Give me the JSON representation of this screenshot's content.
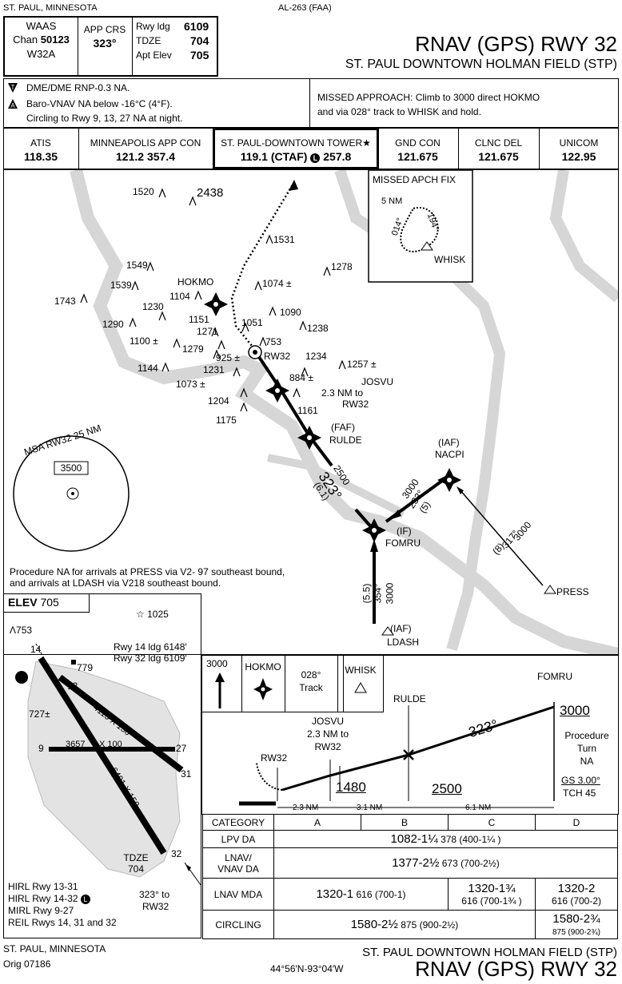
{
  "header": {
    "city_state": "ST. PAUL, MINNESOTA",
    "doc_id": "AL-263 (FAA)",
    "waas_label": "WAAS",
    "chan_prefix": "Chan",
    "chan_num": "50123",
    "waas_id": "W32A",
    "app_crs_label": "APP CRS",
    "app_crs": "323°",
    "rwy_ldg_label": "Rwy ldg",
    "rwy_ldg": "6109",
    "tdze_label": "TDZE",
    "tdze": "704",
    "apt_elev_label": "Apt Elev",
    "apt_elev": "705",
    "title": "RNAV (GPS) RWY 32",
    "airport": "ST. PAUL DOWNTOWN HOLMAN FIELD (STP)"
  },
  "notes": {
    "line1": "DME/DME RNP-0.3 NA.",
    "line2": "Baro-VNAV NA below -16°C (4°F).",
    "line3": "Circling to Rwy 9, 13, 27 NA at night.",
    "missed1": "MISSED APPROACH:  Climb to 3000 direct HOKMO",
    "missed2": "and via 028° track to WHISK and hold."
  },
  "comms": [
    {
      "name": "ATIS",
      "freq": "118.35"
    },
    {
      "name": "MINNEAPOLIS APP CON",
      "freq": "121.2  357.4"
    },
    {
      "name": "ST. PAUL-DOWNTOWN TOWER★",
      "freq": "119.1 (CTAF)",
      "freq2": "257.8"
    },
    {
      "name": "GND CON",
      "freq": "121.675"
    },
    {
      "name": "CLNC DEL",
      "freq": "121.675"
    },
    {
      "name": "UNICOM",
      "freq": "122.95"
    }
  ],
  "plan": {
    "missed_fix_title": "MISSED APCH FIX",
    "missed_nm": "5 NM",
    "missed_in": "014°",
    "missed_out": "194°",
    "whisk": "WHISK",
    "hokmo": "HOKMO",
    "rw32": "RW32",
    "josvu": "JOSVU",
    "josvu_dist": "2.3 NM to",
    "josvu_rw": "RW32",
    "faf": "(FAF)",
    "rulde": "RULDE",
    "iaf1": "(IAF)",
    "nacpi": "NACPI",
    "if": "(IF)",
    "fomru": "FOMRU",
    "iaf2": "(IAF)",
    "ldash": "LDASH",
    "press": "PRESS",
    "final_alt": "2500",
    "final_crs": "323°",
    "final_dist": "(6.1)",
    "nacpi_alt": "3000",
    "nacpi_crs": "233°",
    "nacpi_dist": "(5)",
    "press_alt": "3000",
    "press_crs": "317°",
    "press_dist": "(8)",
    "ldash_alt": "3000",
    "ldash_crs": "354°",
    "ldash_dist": "(5.5)",
    "msa_label": "MSA RW32 25 NM",
    "msa_alt": "3500",
    "proc_note1": "Procedure NA for arrivals at PRESS via V2- 97 southeast bound,",
    "proc_note2": "and arrivals at LDASH via V218 southeast bound.",
    "obstacles": [
      "1520",
      "2438",
      "1531",
      "1278",
      "1549",
      "1539",
      "1743",
      "1074 ±",
      "1104",
      "1230",
      "1090",
      "1290",
      "1151",
      "1051",
      "1238",
      "1271",
      "1100 ±",
      "753",
      "1279",
      "925 ±",
      "1234",
      "1257 ±",
      "1231",
      "884 ±",
      "1144",
      "1073 ±",
      "1204",
      "1161",
      "1175"
    ]
  },
  "airport": {
    "elev_label": "ELEV",
    "elev": "705",
    "obst1": "753",
    "obst2": "1025",
    "obst3": "727±",
    "obst4": "779",
    "ldg1": "Rwy 14 ldg 6148′",
    "ldg2": "Rwy 32 ldg 6109′",
    "rwy1": "4115 X 150",
    "rwy2": "3657",
    "rwy3": "X 100",
    "rwy4": "6491 X 150",
    "tdze_label": "TDZE",
    "tdze": "704",
    "crs_note": "323° to",
    "crs_note2": "RW32",
    "light1": "HIRL Rwy 13-31",
    "light2": "HIRL Rwy 14-32",
    "light3": "MIRL Rwy 9-27",
    "light4": "REIL Rwys 14, 31 and 32",
    "rwy_nums": [
      "14",
      "32",
      "9",
      "27",
      "31",
      "13"
    ]
  },
  "profile": {
    "climb": "3000",
    "hokmo": "HOKMO",
    "track": "028°",
    "track_label": "Track",
    "whisk": "WHISK",
    "fomru": "FOMRU",
    "rulde": "RULDE",
    "josvu": "JOSVU",
    "josvu_dist": "2.3 NM to",
    "josvu_rw": "RW32",
    "rw32": "RW32",
    "crs": "323°",
    "alt_fomru": "3000",
    "pt1": "Procedure",
    "pt2": "Turn",
    "pt3": "NA",
    "gs": "GS 3.00°",
    "tch": "TCH 45",
    "alt_josvu": "1480",
    "alt_rulde": "2500",
    "seg1": "2.3 NM",
    "seg2": "3.1 NM",
    "seg3": "6.1 NM"
  },
  "minimums": {
    "cat_label": "CATEGORY",
    "cats": [
      "A",
      "B",
      "C",
      "D"
    ],
    "lpv_label": "LPV  DA",
    "lpv_main": "1082-1¼",
    "lpv_sub": "378 (400-1¼ )",
    "lnav_vnav_label1": "LNAV/",
    "lnav_vnav_label2": "VNAV",
    "lnav_vnav_da": "DA",
    "lnav_vnav_main": "1377-2½",
    "lnav_vnav_sub": "673 (700-2½)",
    "lnav_label": "LNAV MDA",
    "lnav_ab_main": "1320-1",
    "lnav_ab_sub": "616 (700-1)",
    "lnav_c_main": "1320-1¾",
    "lnav_c_sub": "616 (700-1¾ )",
    "lnav_d_main": "1320-2",
    "lnav_d_sub": "616 (700-2)",
    "circ_label": "CIRCLING",
    "circ_abc_main": "1580-2½",
    "circ_abc_sub": "875 (900-2½)",
    "circ_d_main": "1580-2¾",
    "circ_d_sub": "875 (900-2¾)"
  },
  "footer": {
    "city_state": "ST. PAUL, MINNESOTA",
    "orig": "Orig  07186",
    "coords": "44°56′N-93°04′W",
    "airport": "ST. PAUL DOWNTOWN HOLMAN FIELD (STP)",
    "title": "RNAV (GPS) RWY 32"
  }
}
